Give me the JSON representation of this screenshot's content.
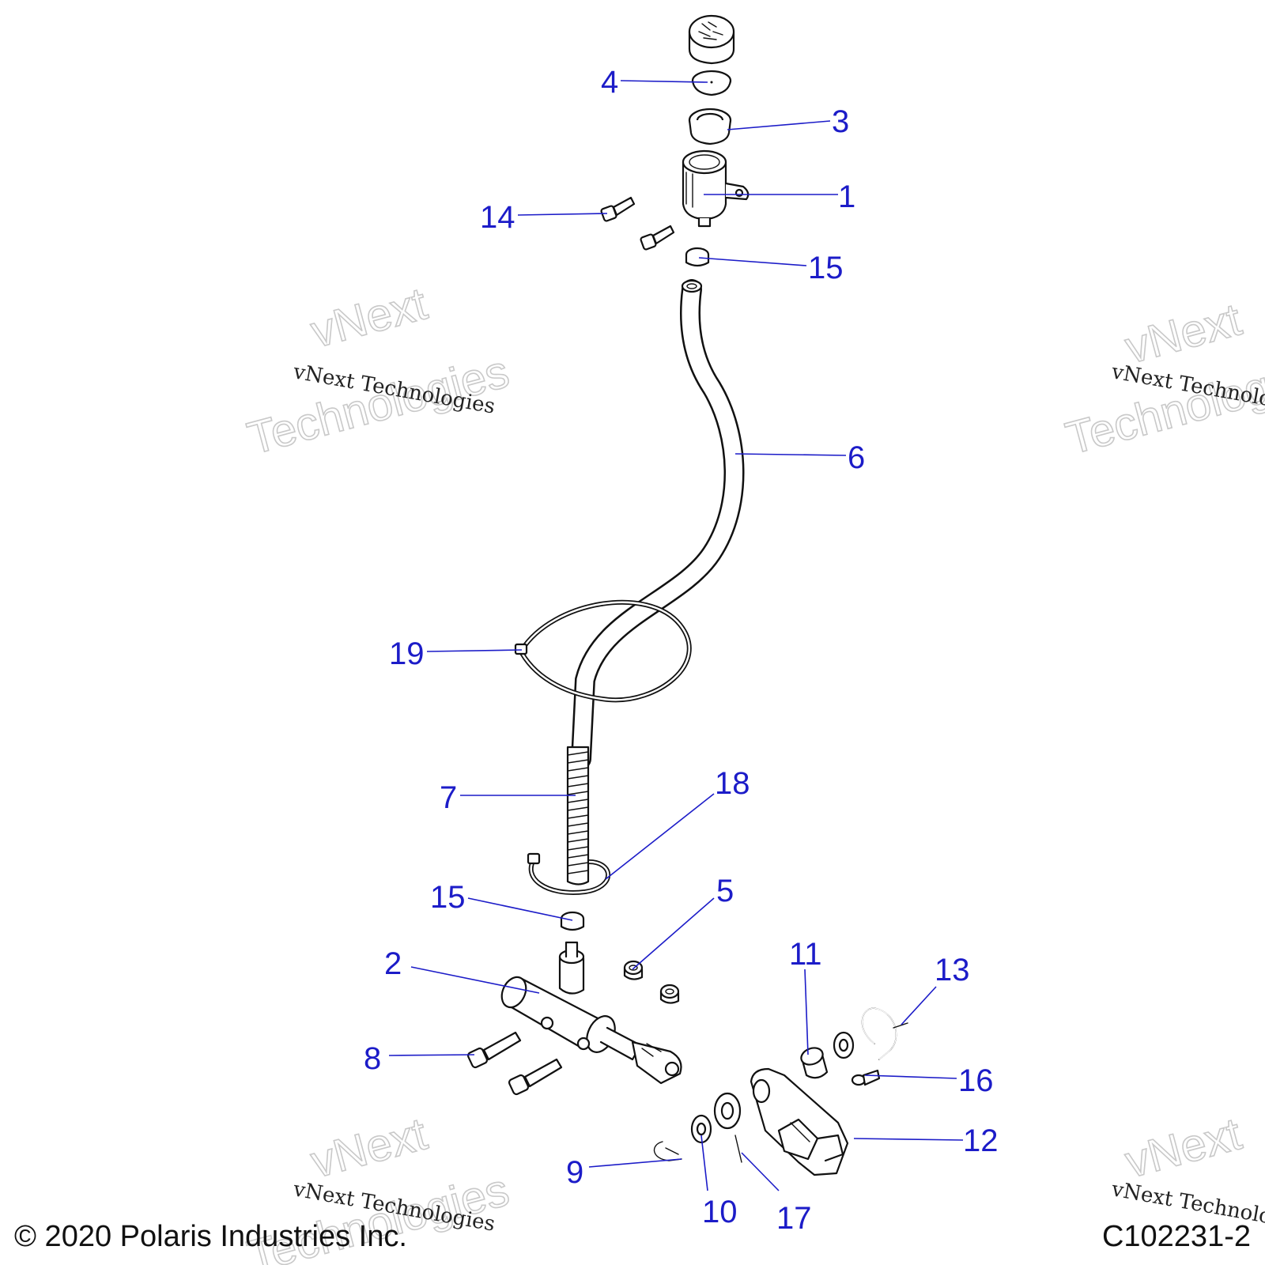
{
  "callouts": {
    "c1": "1",
    "c2": "2",
    "c3": "3",
    "c4": "4",
    "c5": "5",
    "c6": "6",
    "c7": "7",
    "c8": "8",
    "c9": "9",
    "c10": "10",
    "c11": "11",
    "c12": "12",
    "c13": "13",
    "c14": "14",
    "c15a": "15",
    "c15b": "15",
    "c16": "16",
    "c17": "17",
    "c18": "18",
    "c19": "19"
  },
  "watermark": {
    "small": "vNext Technologies",
    "big_line1": "vNext",
    "big_line2": "Technologies"
  },
  "footer": {
    "copyright": "© 2020 Polaris Industries Inc.",
    "figure_id": "C102231-2"
  },
  "colors": {
    "callout": "#1c1cc8",
    "line_art": "#111111",
    "watermark_outline": "#c9c9c9"
  }
}
